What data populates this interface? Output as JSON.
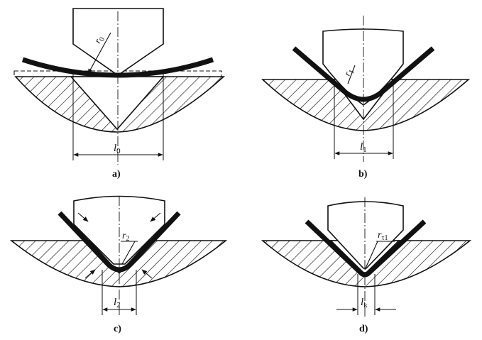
{
  "panels": [
    {
      "id": "a",
      "caption": "a)",
      "radius_label": "r",
      "radius_sub": "0",
      "width_label": "l",
      "width_sub": "0"
    },
    {
      "id": "b",
      "caption": "b)",
      "radius_label": "r",
      "radius_sub": "1",
      "width_label": "l",
      "width_sub": "1"
    },
    {
      "id": "c",
      "caption": "c)",
      "radius_label": "r",
      "radius_sub": "2",
      "width_label": "l",
      "width_sub": "2"
    },
    {
      "id": "d",
      "caption": "d)",
      "radius_label": "r",
      "radius_sub": "τ1",
      "width_label": "l",
      "width_sub": "k"
    }
  ],
  "colors": {
    "ink": "#111111",
    "paper": "#ffffff"
  }
}
